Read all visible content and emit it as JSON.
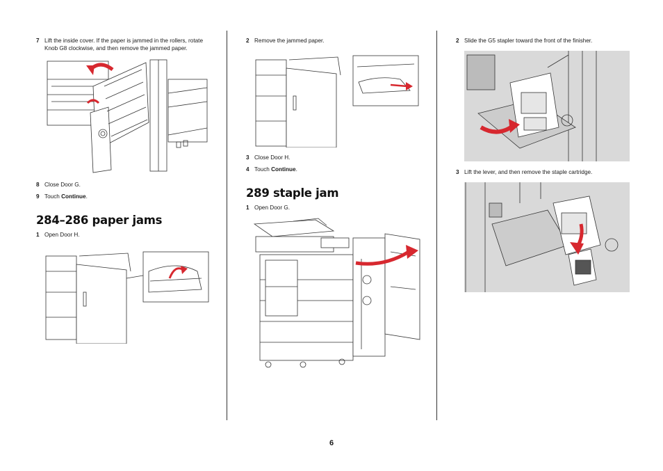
{
  "col1": {
    "step7": {
      "num": "7",
      "text": "Lift the inside cover. If the paper is jammed in the rollers, rotate",
      "text2": "Knob G8 clockwise, and then remove the jammed paper."
    },
    "step8": {
      "num": "8",
      "text": "Close Door G."
    },
    "step9": {
      "num": "9",
      "pre": "Touch ",
      "bold": "Continue",
      "post": "."
    },
    "heading": "284–286 paper jams",
    "step1": {
      "num": "1",
      "text": "Open Door H."
    }
  },
  "col2": {
    "step2": {
      "num": "2",
      "text": "Remove the jammed paper."
    },
    "step3": {
      "num": "3",
      "text": "Close Door H."
    },
    "step4": {
      "num": "4",
      "pre": "Touch ",
      "bold": "Continue",
      "post": "."
    },
    "heading": "289 staple jam",
    "step1": {
      "num": "1",
      "text": "Open Door G."
    }
  },
  "col3": {
    "step2": {
      "num": "2",
      "text": "Slide the G5 stapler toward the front of the finisher."
    },
    "step3": {
      "num": "3",
      "text": "Lift the lever, and then remove the staple cartridge."
    }
  },
  "page_number": "6",
  "colors": {
    "arrow": "#d7282f",
    "figure_gray": "#d9d9d9",
    "line": "#333333"
  }
}
